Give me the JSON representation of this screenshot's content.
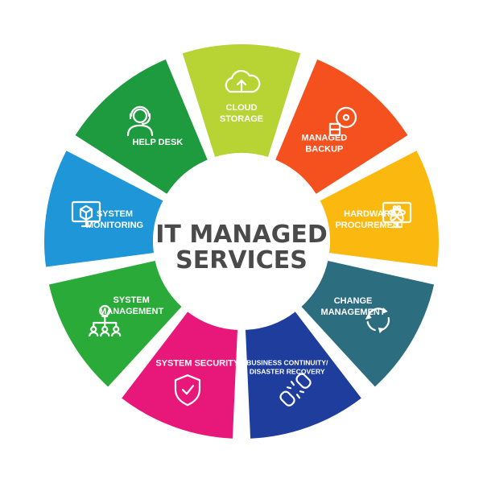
{
  "center": {
    "line1": "IT MANAGED",
    "line2": "SERVICES"
  },
  "segments": [
    {
      "id": "cloud-storage",
      "lines": [
        "CLOUD",
        "STORAGE"
      ],
      "color": "#b7d334",
      "icon": "cloud-upload-icon"
    },
    {
      "id": "managed-backup",
      "lines": [
        "MANAGED",
        "BACKUP"
      ],
      "color": "#f4511e",
      "icon": "disk-database-icon"
    },
    {
      "id": "hardware-procurement",
      "lines": [
        "HARDWARE",
        "PROCUREMENT"
      ],
      "color": "#fbb80f",
      "icon": "monitor-atom-icon"
    },
    {
      "id": "change-management",
      "lines": [
        "CHANGE",
        "MANAGEMENT"
      ],
      "color": "#2c6e80",
      "icon": "cycle-arrows-icon"
    },
    {
      "id": "business-continuity",
      "lines": [
        "BUSINESS CONTINUITY/",
        "DISASTER RECOVERY"
      ],
      "color": "#1f3d9c",
      "icon": "broken-chain-icon"
    },
    {
      "id": "system-security",
      "lines": [
        "SYSTEM SECURITY"
      ],
      "color": "#e8187a",
      "icon": "shield-check-icon"
    },
    {
      "id": "system-management",
      "lines": [
        "SYSTEM",
        "MANAGEMENT"
      ],
      "color": "#2aaa38",
      "icon": "lightbulb-network-icon"
    },
    {
      "id": "system-monitoring",
      "lines": [
        "SYSTEM",
        "MONITORING"
      ],
      "color": "#1e96d8",
      "icon": "monitor-box-icon"
    },
    {
      "id": "help-desk",
      "lines": [
        "HELP DESK"
      ],
      "color": "#1e9a3f",
      "icon": "headset-agent-icon"
    }
  ]
}
